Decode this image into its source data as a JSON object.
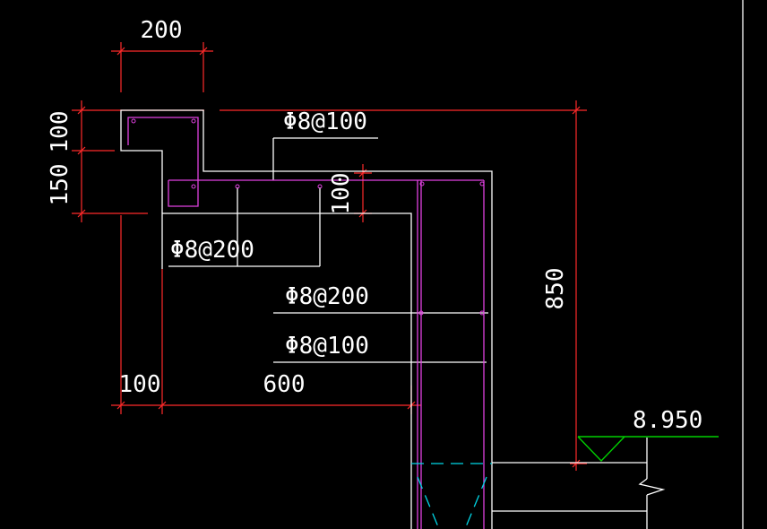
{
  "colors": {
    "background": "#000000",
    "dimension": "#ff2a2a",
    "outline": "#ffffff",
    "rebar": "#e040e0",
    "hidden": "#00d8e8",
    "elevation_symbol": "#00d000"
  },
  "dimensions": {
    "top_width": "200",
    "left_upper": "100",
    "left_lower": "150",
    "slab_thickness": "100",
    "right_height": "850",
    "bottom_left": "100",
    "bottom_main": "600"
  },
  "rebar_labels": {
    "top": "Φ8@100",
    "slab_bottom": "Φ8@200",
    "wall_upper": "Φ8@200",
    "wall_lower": "Φ8@100"
  },
  "elevation": {
    "value": "8.950"
  }
}
